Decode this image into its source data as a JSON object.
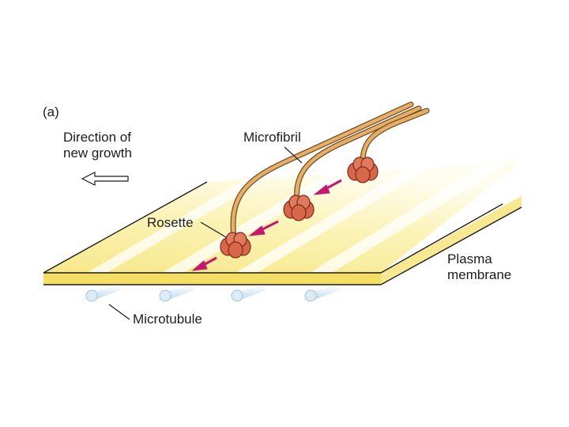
{
  "panel_label": "(a)",
  "labels": {
    "direction": "Direction of\nnew growth",
    "microfibril": "Microfibril",
    "rosette": "Rosette",
    "plasma_membrane": "Plasma\nmembrane",
    "microtubule": "Microtubule"
  },
  "colors": {
    "membrane_light": "#fbf3b8",
    "membrane_edge": "#f3dd63",
    "stripe": "#ffffff",
    "microtubule": "#cfe4f3",
    "fibril": "#e2b06b",
    "fibril_dark": "#7a4a1c",
    "rosette": "#d8674a",
    "rosette_dark": "#7a2a18",
    "arrow": "#c4186e",
    "outline": "#1c1c1c"
  }
}
